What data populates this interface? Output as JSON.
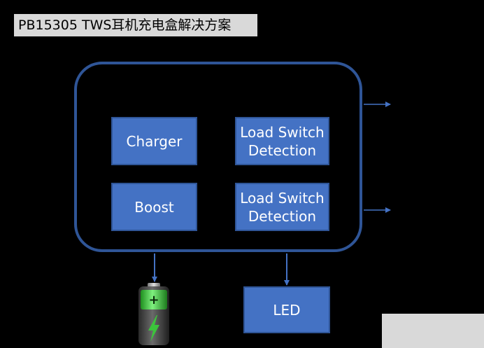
{
  "title": "PB15305 TWS耳机充电盒解决方案",
  "blocks": {
    "charger": "Charger",
    "boost": "Boost",
    "load_switch_1": "Load Switch Detection",
    "load_switch_2": "Load Switch Detection",
    "led": "LED"
  },
  "battery": {
    "plus": "+",
    "icon": "battery-charging-icon"
  },
  "colors": {
    "block_fill": "#4472c4",
    "block_border": "#2f5597",
    "wire": "#4472c4",
    "battery_green": "#3cc43c"
  }
}
